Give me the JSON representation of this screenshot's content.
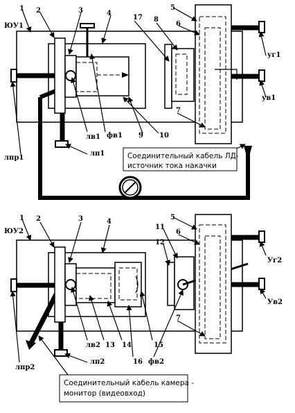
{
  "top": {
    "unit_label": "ЮУ1",
    "callouts": {
      "n1": "1",
      "n2": "2",
      "n3": "3",
      "n4": "4",
      "n5": "5",
      "n6": "6",
      "n7": "7",
      "n8": "8",
      "n9": "9",
      "n10": "10",
      "n17": "17"
    },
    "labels": {
      "lpr1": "лпр1",
      "lv1": "лв1",
      "lp1": "лп1",
      "fv1": "фв1",
      "ug1": "уг1",
      "uv1": "ув1"
    },
    "cable_note": [
      "Соединительный кабель ЛД-",
      "источник тока накачки"
    ]
  },
  "bottom": {
    "unit_label": "ЮУ2",
    "callouts": {
      "n1": "1",
      "n2": "2",
      "n3": "3",
      "n4": "4",
      "n5": "5",
      "n6": "6",
      "n7": "7",
      "n11": "11",
      "n12": "12",
      "n13": "13",
      "n14": "14",
      "n15": "15",
      "n16": "16"
    },
    "labels": {
      "lpr2": "лпр2",
      "lv2": "лв2",
      "lp2": "лп2",
      "fv2": "фв2",
      "ug2": "Уг2",
      "uv2": "Ув2"
    },
    "cable_note": [
      "Соединительный кабель камера -",
      "монитор (видеовход)"
    ]
  }
}
